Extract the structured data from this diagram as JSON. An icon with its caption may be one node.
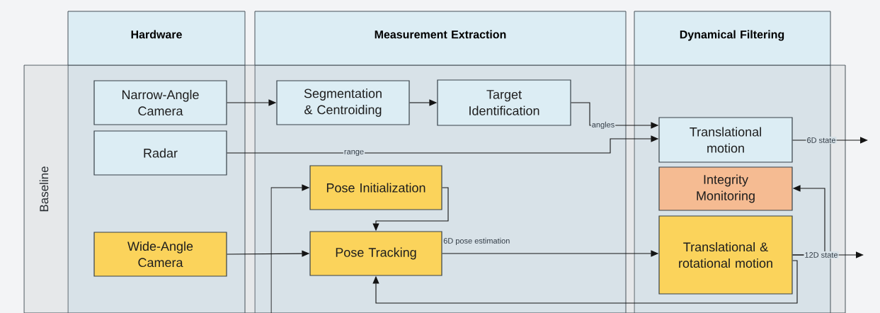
{
  "diagram": {
    "nodes": [
      {
        "text": [
          "Hardware"
        ]
      },
      {
        "text": [
          "Measurement Extraction"
        ]
      },
      {
        "text": [
          "Dynamical Filtering"
        ]
      },
      {
        "text": [
          "Baseline"
        ]
      },
      {
        "text": [
          "Narrow-Angle Camera"
        ],
        "in": 3
      },
      {
        "text": [
          "Radar"
        ],
        "in": 3
      },
      {
        "text": [
          "Wide-Angle Camera"
        ],
        "in": 3
      },
      {
        "text": [
          "Segmentation & Centroiding"
        ],
        "in": 3
      },
      {
        "text": [
          "Target Identification"
        ],
        "in": 3
      },
      {
        "text": [
          "Pose Initialization"
        ],
        "in": 3
      },
      {
        "text": [
          "Pose Tracking"
        ],
        "in": 3
      },
      {
        "text": [
          "Translational motion"
        ],
        "in": 3
      },
      {
        "text": [
          "Integrity Monitoring"
        ],
        "in": 3
      },
      {
        "text": [
          "Translational & rotational motion"
        ],
        "in": 3
      }
    ],
    "edges": [
      {
        "from": 4,
        "to": 7,
        "arrow": "to"
      },
      {
        "from": 7,
        "to": 8,
        "arrow": "to"
      },
      {
        "from": 8,
        "to": 11,
        "arrow": "to",
        "label": "angles"
      },
      {
        "from": 5,
        "to": 11,
        "arrow": "to",
        "label": "range"
      },
      {
        "from": 11,
        "to": null,
        "arrow": "to",
        "label": "6D state"
      },
      {
        "from": 6,
        "to": 10,
        "arrow": "to"
      },
      {
        "from": null,
        "to": 9,
        "arrow": "to"
      },
      {
        "from": 9,
        "to": 10,
        "arrow": "to"
      },
      {
        "from": 10,
        "to": 13,
        "arrow": "to",
        "label": "6D pose estimation"
      },
      {
        "from": 13,
        "to": null,
        "arrow": "to",
        "label": "12D state"
      },
      {
        "from": 13,
        "to": 12,
        "arrow": "to"
      },
      {
        "from": 13,
        "to": 10,
        "arrow": "to"
      }
    ]
  }
}
